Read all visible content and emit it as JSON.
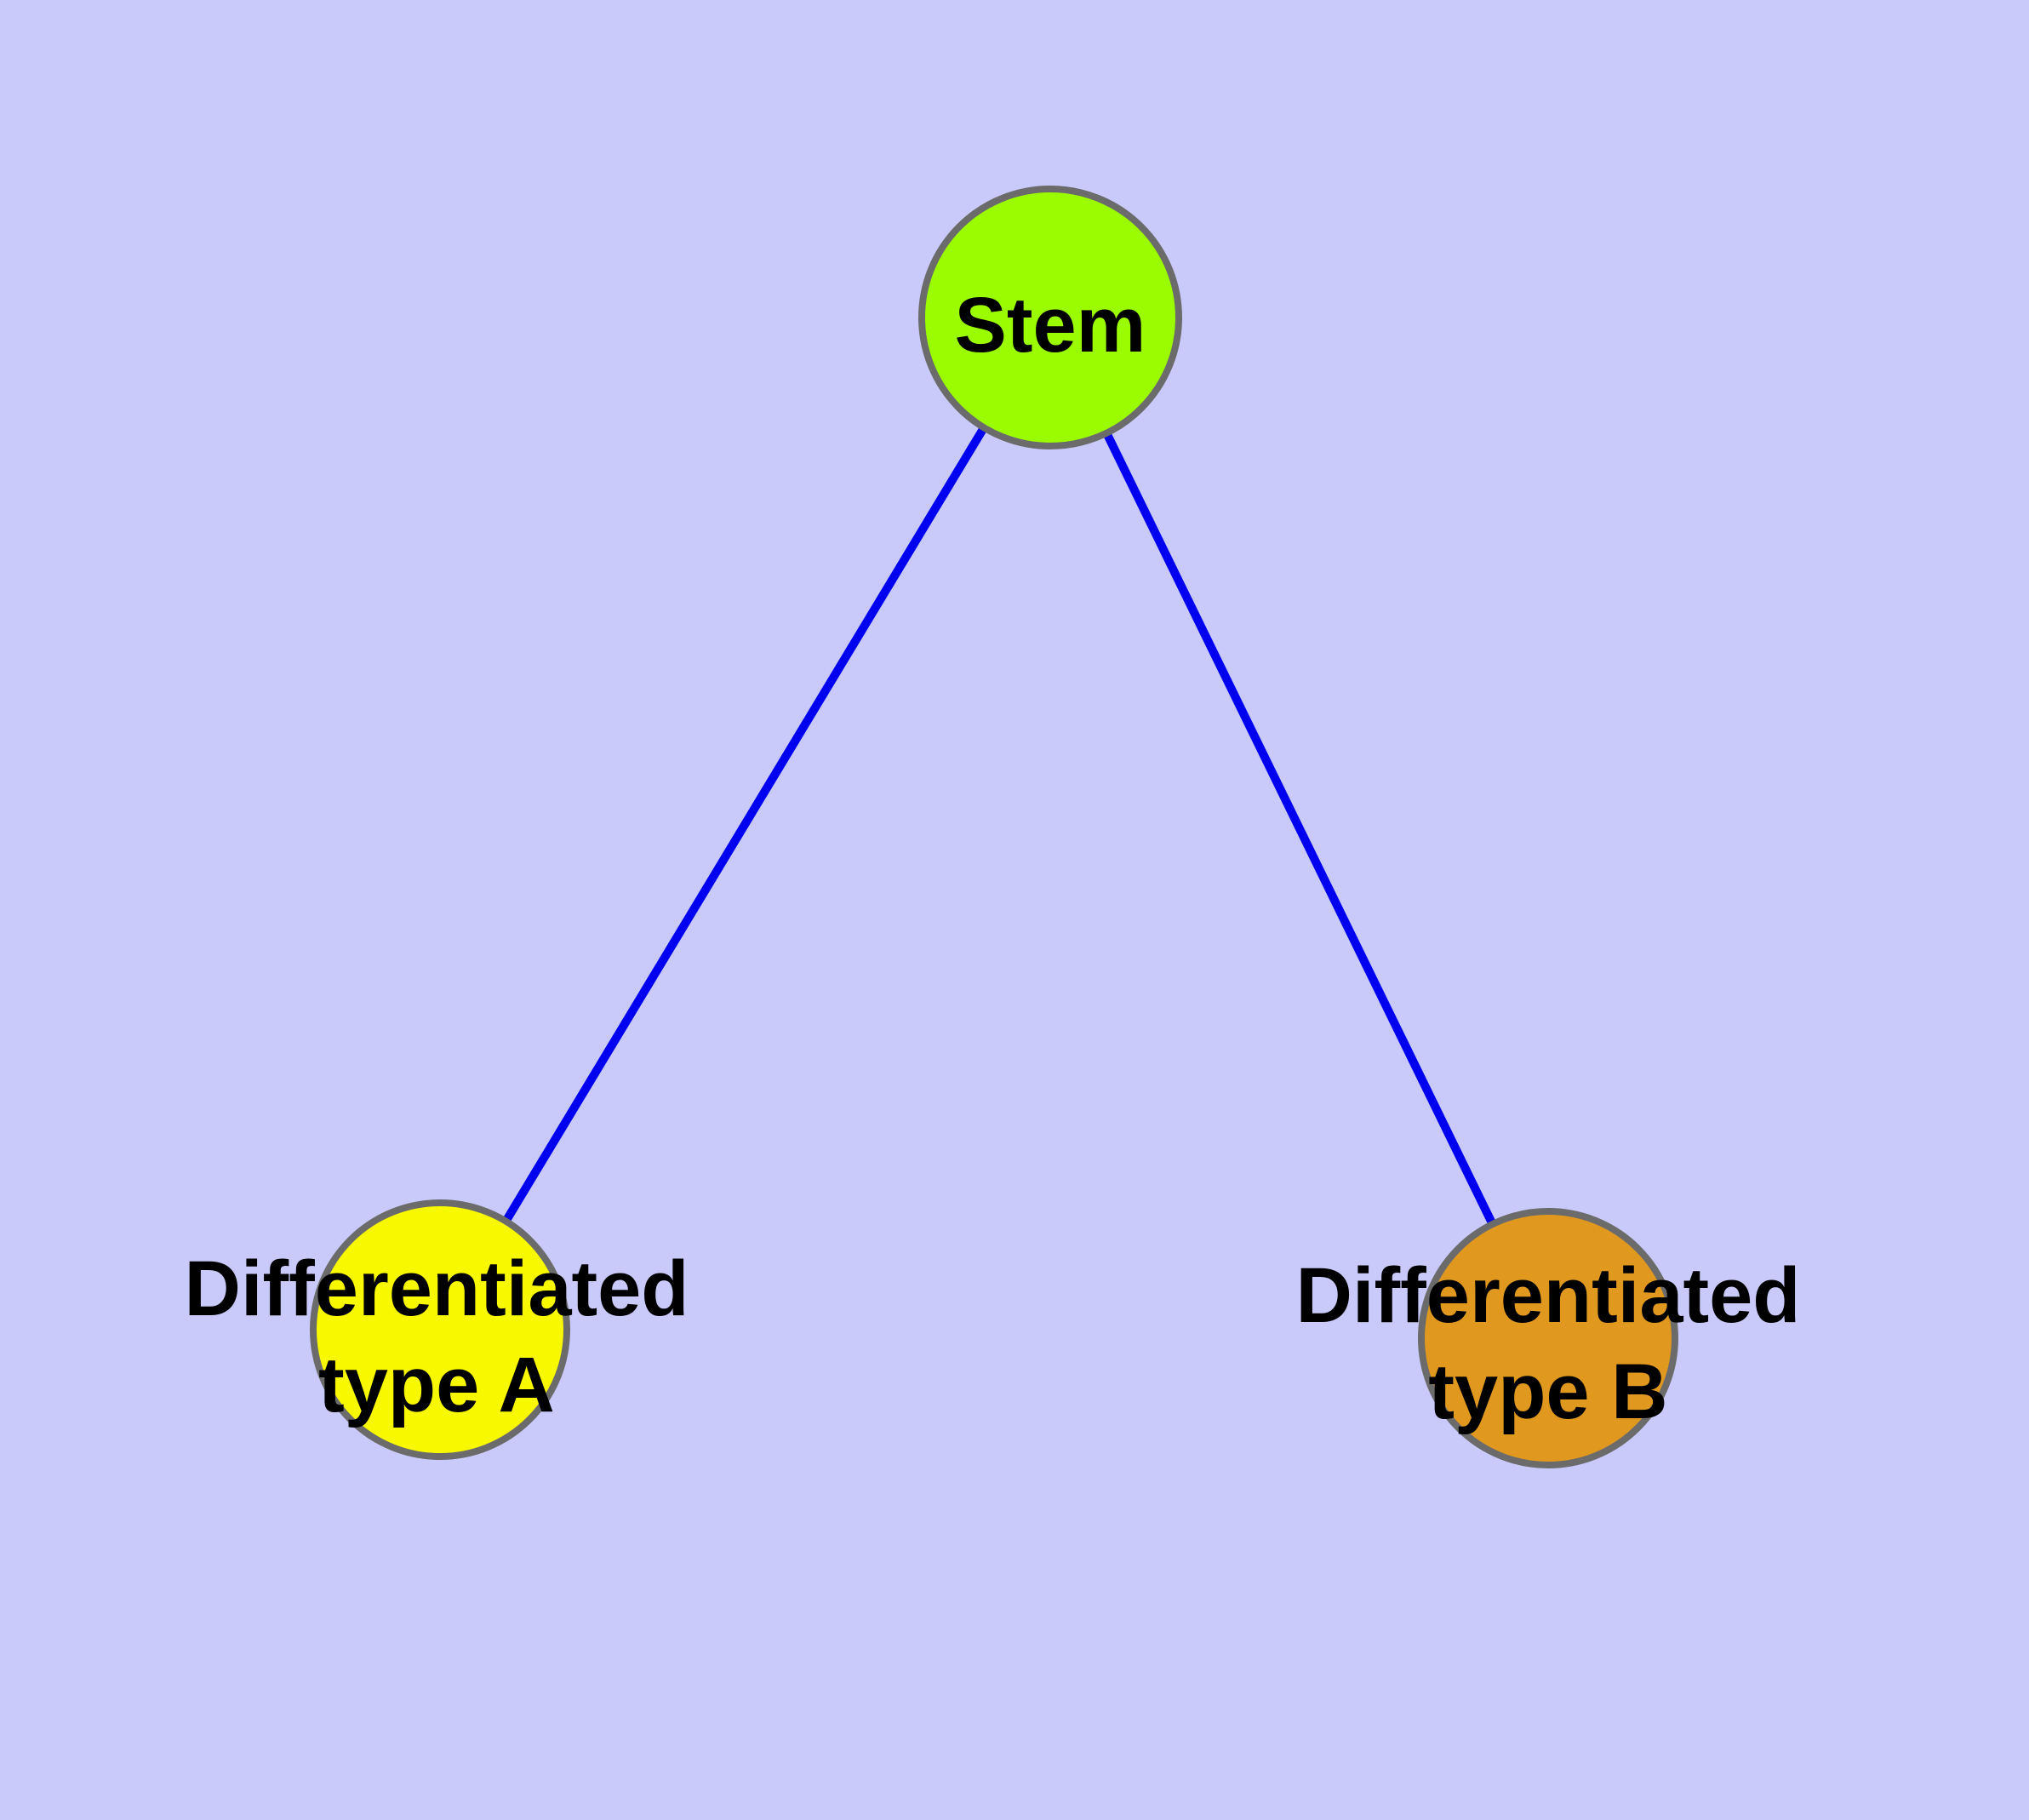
{
  "diagram": {
    "title": "stem-cell-differentiation-graph",
    "colors": {
      "background": "#CACAFA",
      "edge": "#0000F0",
      "node_border": "#6B6B6B",
      "label_text": "#000000"
    },
    "nodes": [
      {
        "id": "stem",
        "label": "Stem",
        "color": "#9BFB00"
      },
      {
        "id": "differentiated-type-a",
        "label_line1": "Differentiated",
        "label_line2": "type A",
        "color": "#F8F800"
      },
      {
        "id": "differentiated-type-b",
        "label_line1": "Differentiated",
        "label_line2": "type B",
        "color": "#E0981E"
      }
    ],
    "edges": [
      {
        "from": "Stem",
        "to": "Differentiated type A",
        "color": "#0000F0"
      },
      {
        "from": "Stem",
        "to": "Differentiated type B",
        "color": "#0000F0"
      }
    ]
  }
}
